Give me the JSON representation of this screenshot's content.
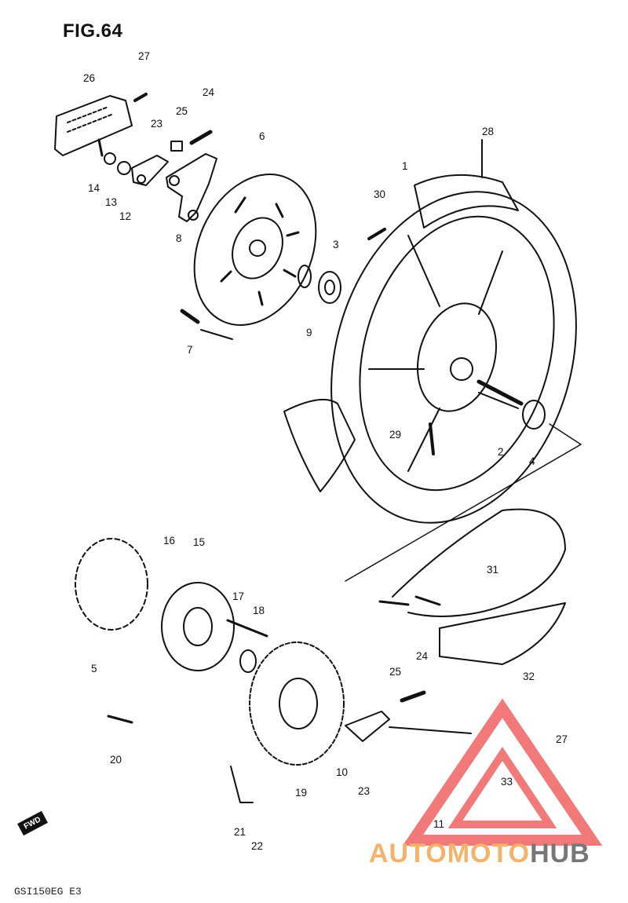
{
  "figure": {
    "title": "FIG.64",
    "code": "GSI150EG E3",
    "fwd_label": "FWD"
  },
  "watermark": {
    "brand_left": "AUTOMOTO",
    "brand_right": "HUB",
    "colors": {
      "triangle": "#f06a6a",
      "text_left": "#f5b26b",
      "text_right": "#777777"
    }
  },
  "labels": [
    "1",
    "2",
    "3",
    "4",
    "5",
    "6",
    "7",
    "8",
    "9",
    "10",
    "11",
    "12",
    "13",
    "14",
    "15",
    "16",
    "17",
    "18",
    "19",
    "20",
    "21",
    "22",
    "23",
    "23",
    "24",
    "24",
    "25",
    "25",
    "26",
    "27",
    "27",
    "28",
    "29",
    "30",
    "31",
    "32",
    "33"
  ]
}
